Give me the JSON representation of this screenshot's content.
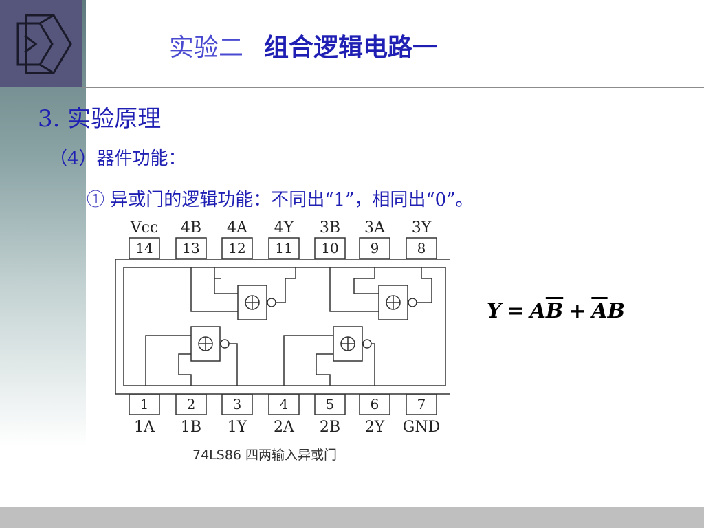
{
  "title": {
    "prefix": "实验二",
    "main": "组合逻辑电路一"
  },
  "section": "3. 实验原理",
  "subsection": "（4）器件功能：",
  "bullet": "① 异或门的逻辑功能：不同出“1”，相同出“0”。",
  "chip": {
    "top_pin_labels": [
      "Vcc",
      "4B",
      "4A",
      "4Y",
      "3B",
      "3A",
      "3Y"
    ],
    "top_pin_numbers": [
      "14",
      "13",
      "12",
      "11",
      "10",
      "9",
      "8"
    ],
    "bottom_pin_numbers": [
      "1",
      "2",
      "3",
      "4",
      "5",
      "6",
      "7"
    ],
    "bottom_pin_labels": [
      "1A",
      "1B",
      "1Y",
      "2A",
      "2B",
      "2Y",
      "GND"
    ],
    "caption": "74LS86 四两输入异或门",
    "xor_symbol": "⊕"
  },
  "formula": {
    "y": "Y",
    "eq": "=",
    "a1": "A",
    "b1": "B",
    "plus": "+",
    "a2": "A",
    "b2": "B"
  },
  "colors": {
    "heading": "#1f1fb4",
    "logo_bg": "#56567d"
  }
}
